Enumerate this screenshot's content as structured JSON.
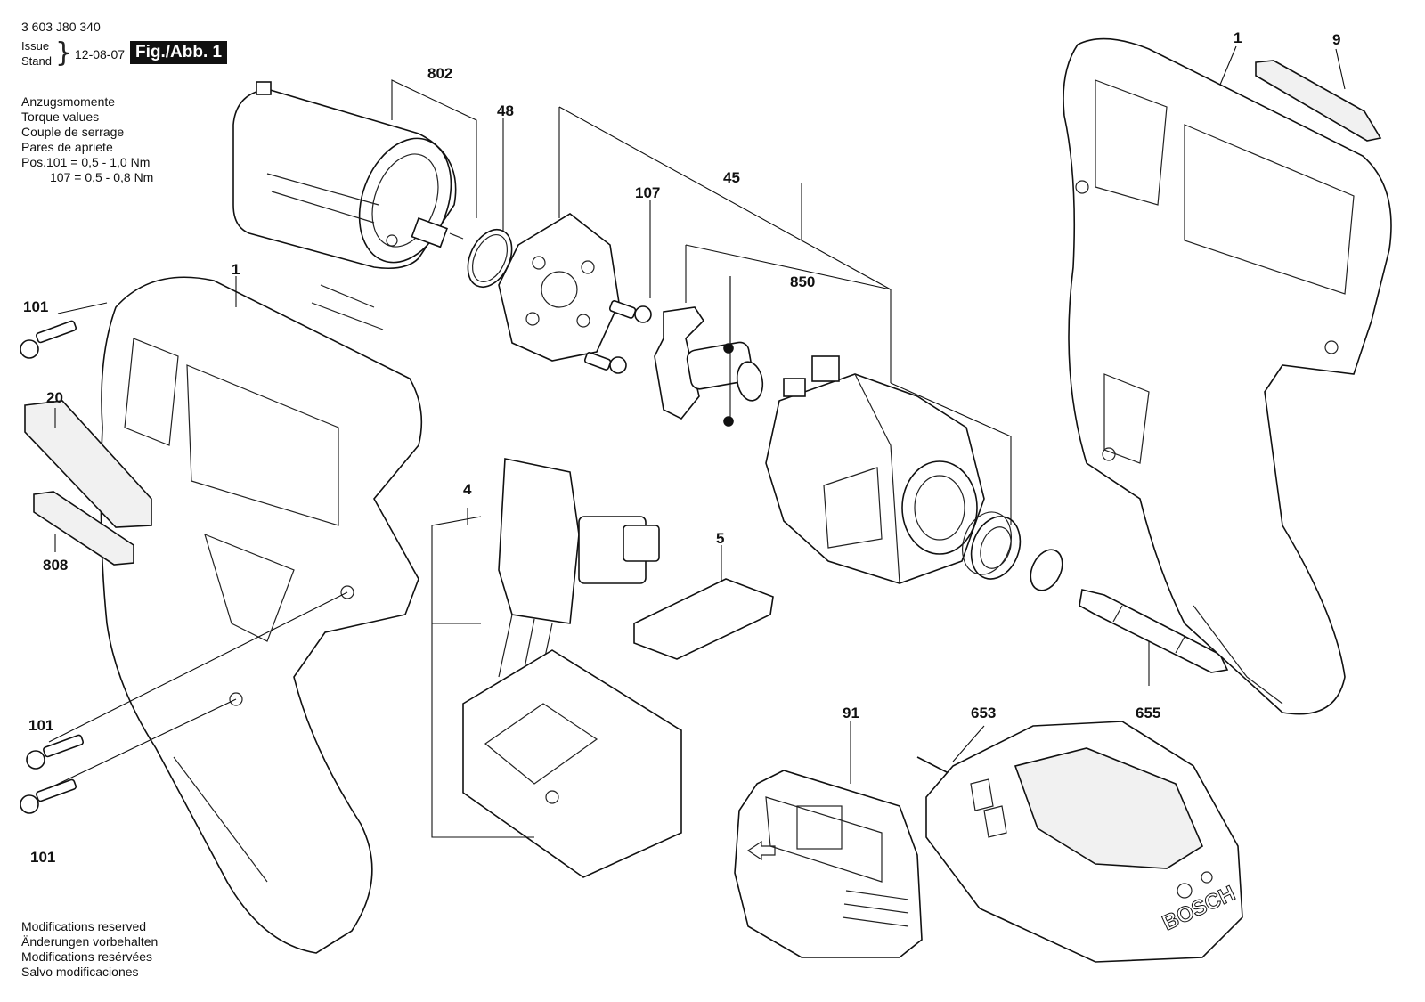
{
  "header": {
    "doc_number": "3 603 J80 340",
    "issue_label": "Issue",
    "stand_label": "Stand",
    "issue_date": "12-08-07",
    "figure_label": "Fig./Abb. 1"
  },
  "torque": {
    "lines": [
      "Anzugsmomente",
      "Torque values",
      "Couple de serrage",
      "Pares de apriete"
    ],
    "value_line_1": "Pos.101 = 0,5 -  1,0 Nm",
    "value_line_2": "107 = 0,5 -  0,8 Nm"
  },
  "modifications": [
    "Modifications reserved",
    "Änderungen vorbehalten",
    "Modifications resérvées",
    "Salvo modificaciones"
  ],
  "part_numbers": {
    "motor": "802",
    "o_ring": "48",
    "gearbox_group": "45",
    "screw_107": "107",
    "gear_assembly": "850",
    "housing_left": "1",
    "housing_right": "1",
    "label_9": "9",
    "screw_101_top": "101",
    "label_20": "20",
    "label_808": "808",
    "switch": "4",
    "slider": "5",
    "screw_101_mid": "101",
    "screw_101_bottom": "101",
    "battery": "91",
    "charger": "653",
    "bit": "655"
  },
  "branding": {
    "charger_logo": "BOSCH"
  }
}
